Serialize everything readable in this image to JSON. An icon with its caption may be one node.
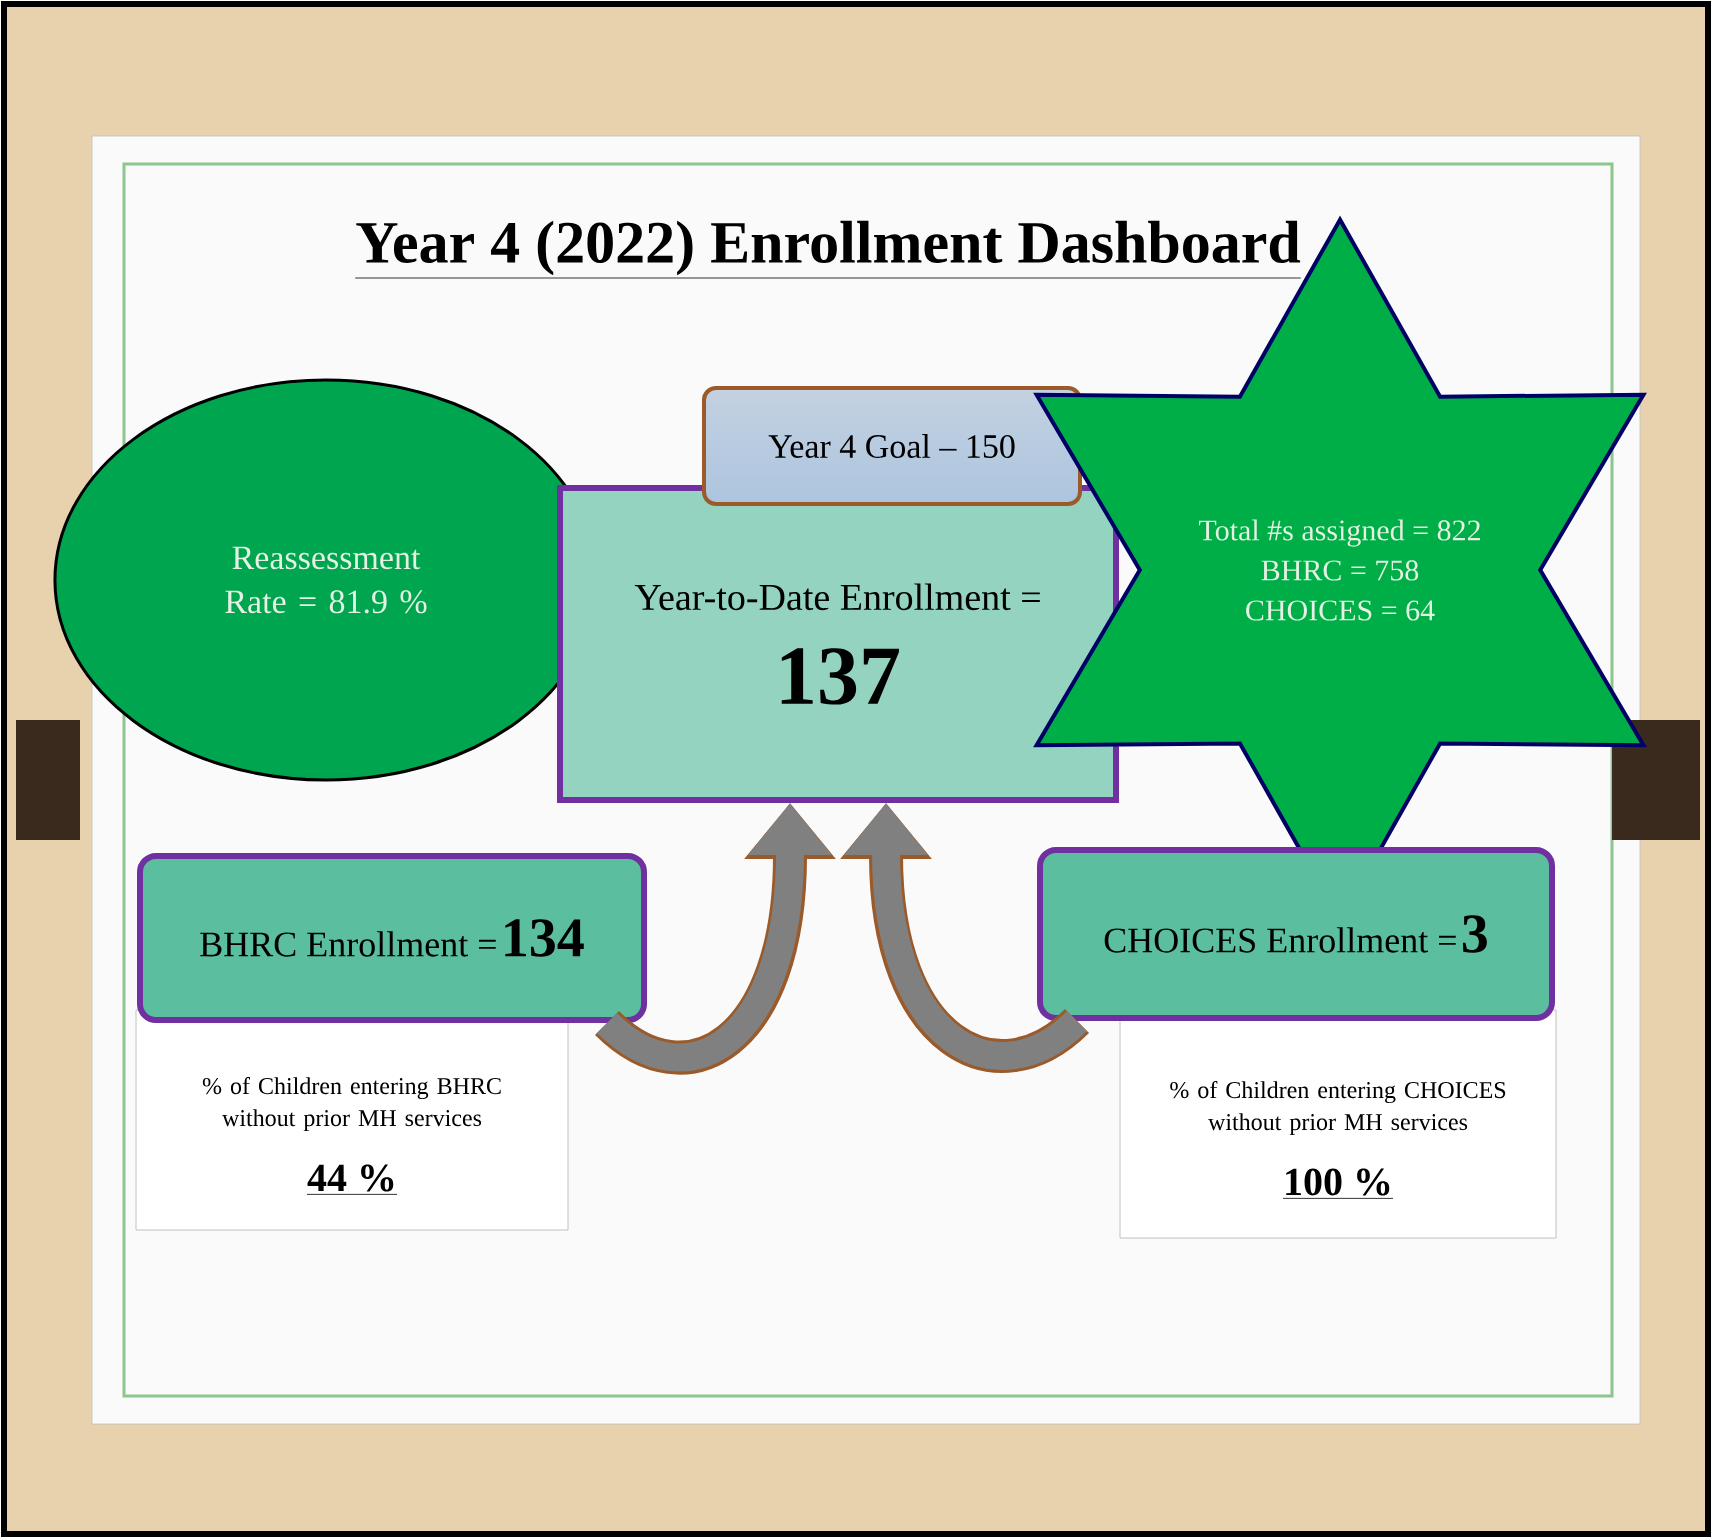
{
  "diagram": {
    "title": "Year 4 (2022) Enrollment Dashboard",
    "nodes": [
      {
        "text": [
          "Reassessment Rate = 81.9 %"
        ]
      },
      {
        "text": [
          "Year 4 Goal – 150"
        ]
      },
      {
        "text": [
          "Year-to-Date Enrollment =",
          "137"
        ]
      },
      {
        "text": [
          "Total #s assigned = 822",
          "BHRC = 758",
          "CHOICES = 64"
        ]
      },
      {
        "text": [
          "% of Children entering BHRC without prior MH services",
          "44 %"
        ]
      },
      {
        "text": [
          "BHRC Enrollment =",
          "134"
        ]
      },
      {
        "text": [
          "% of Children entering CHOICES without prior MH services",
          "100 %"
        ]
      },
      {
        "text": [
          "CHOICES Enrollment =",
          "3"
        ]
      }
    ],
    "edges": [
      {
        "from": 5,
        "to": 2,
        "arrow": "to"
      },
      {
        "from": 7,
        "to": 2,
        "arrow": "to"
      }
    ]
  }
}
